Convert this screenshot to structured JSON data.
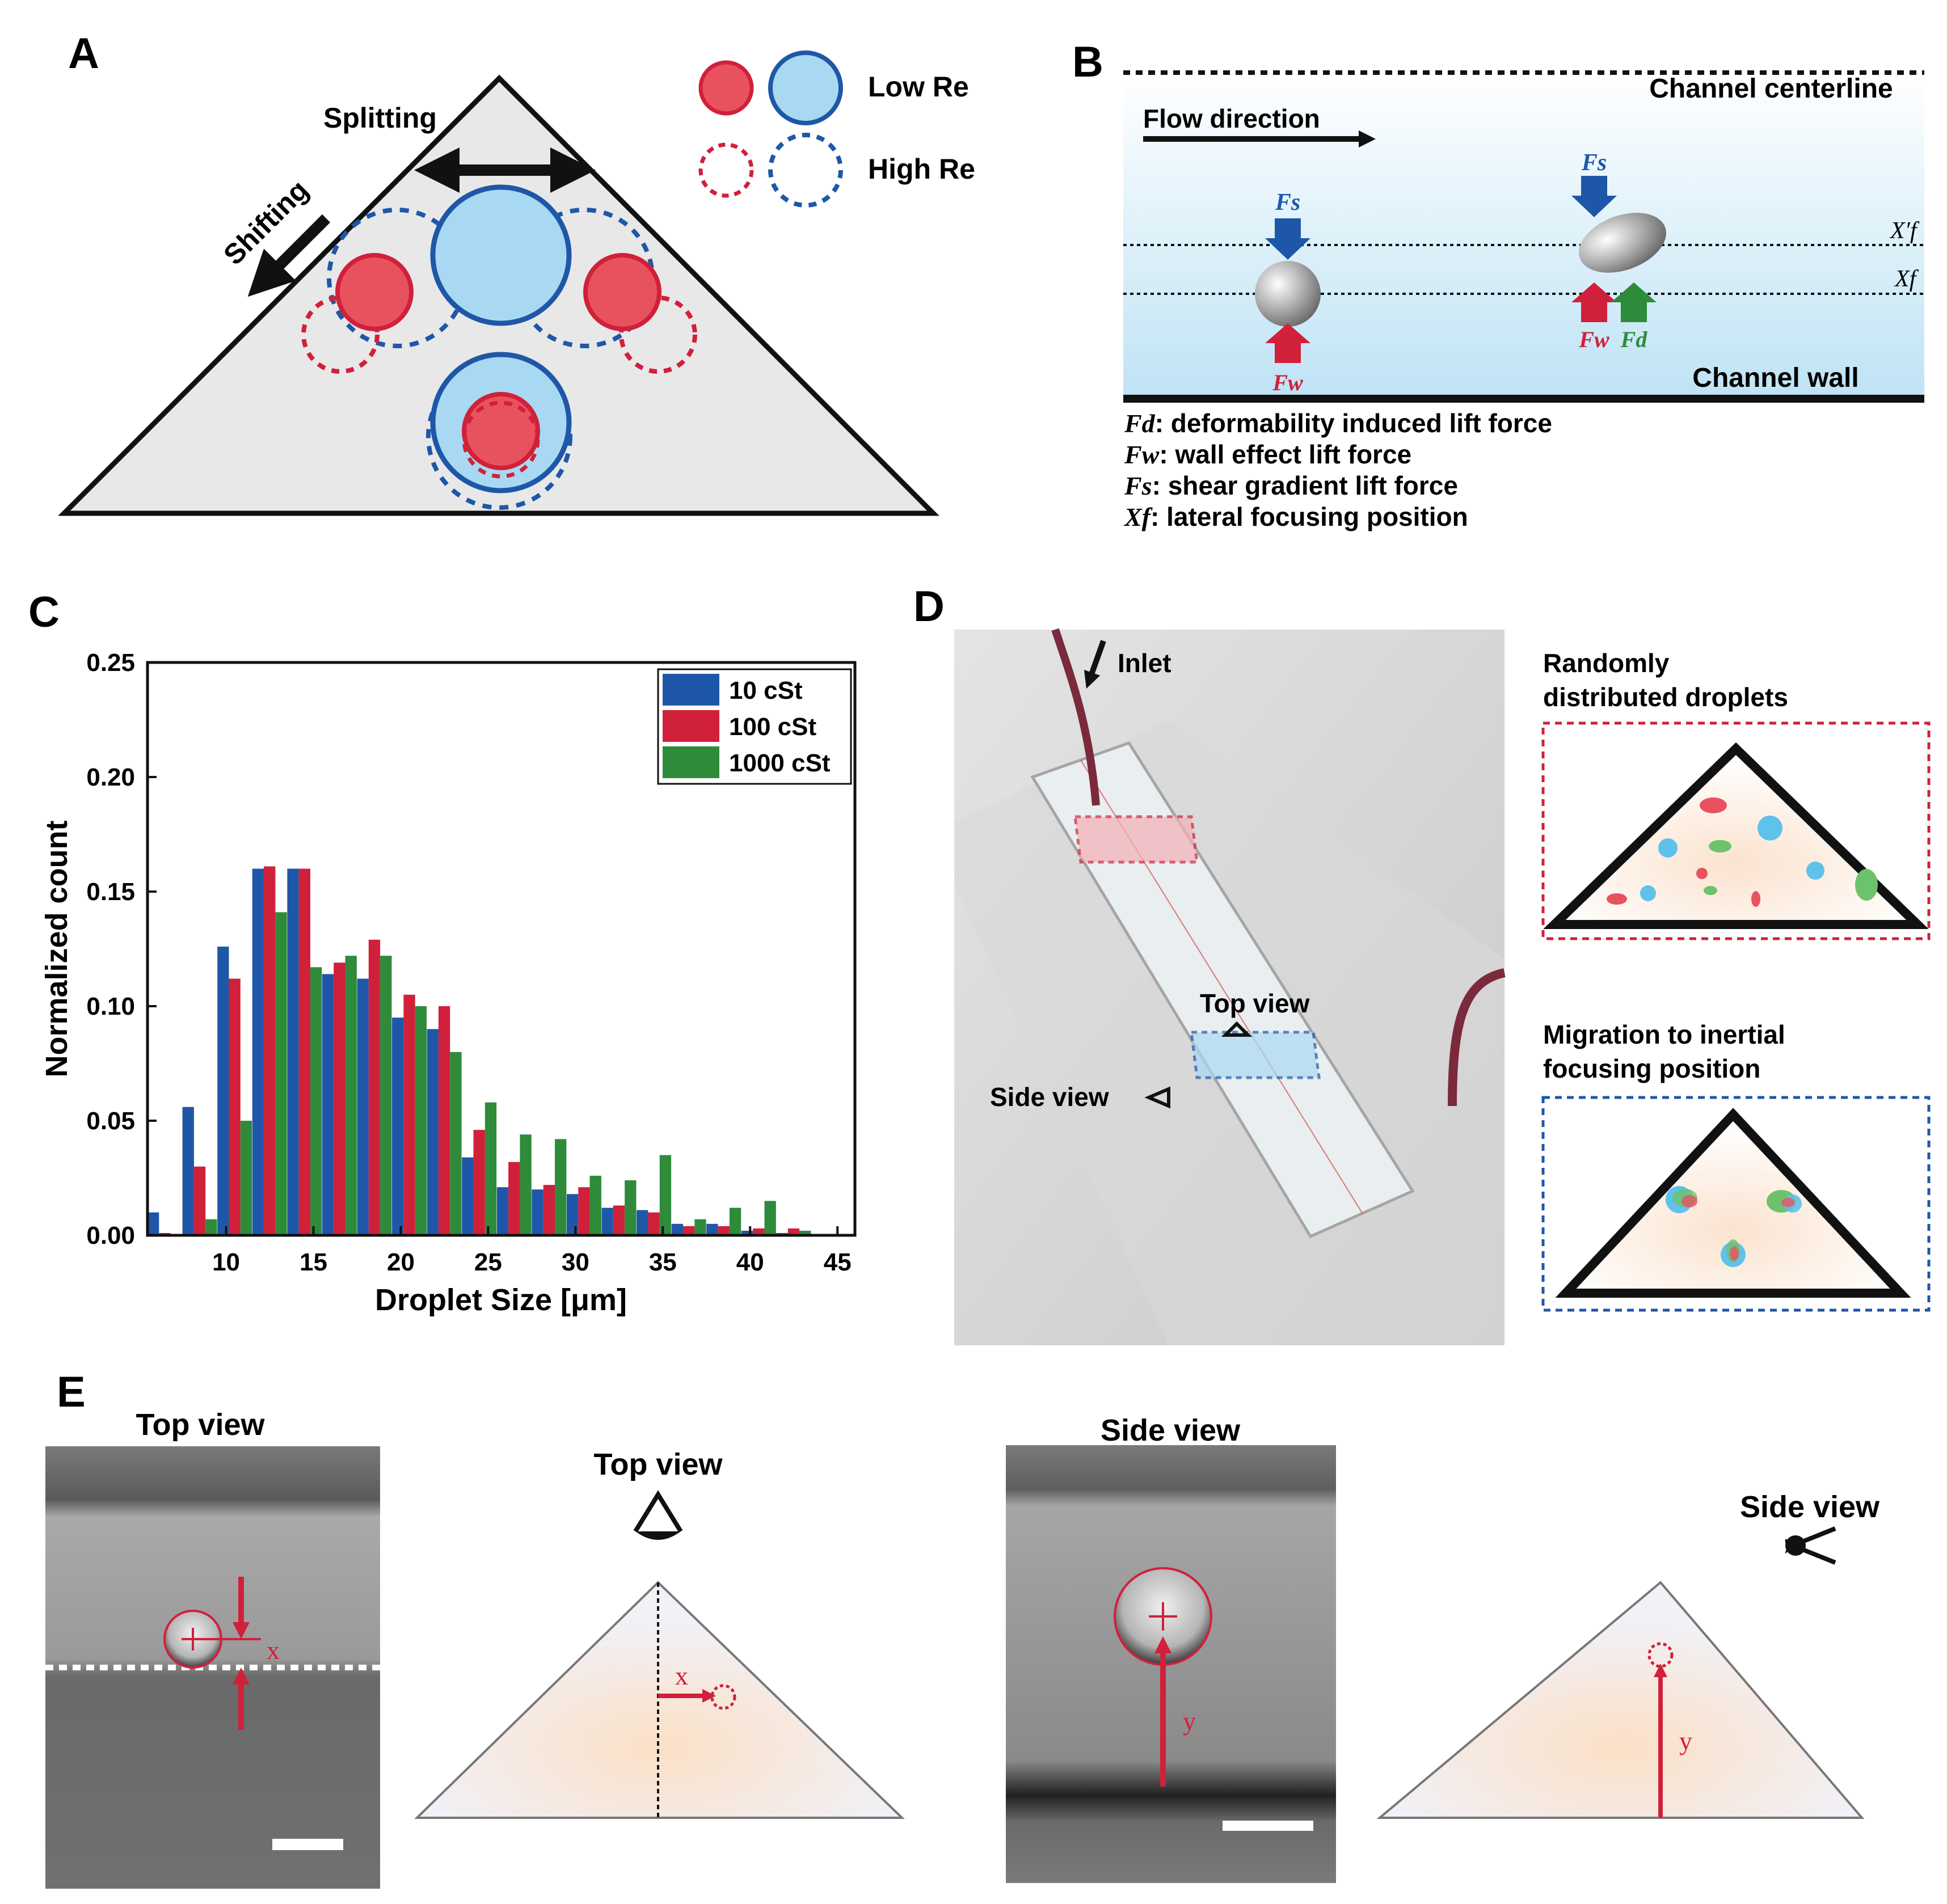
{
  "panel_a": {
    "letter": "A",
    "splitting": "Splitting",
    "shifting": "Shifting",
    "legend_low": "Low Re",
    "legend_high": "High Re"
  },
  "panel_b": {
    "letter": "B",
    "centerline": "Channel centerline",
    "wall": "Channel wall",
    "flow": "Flow direction",
    "fs": "Fs",
    "fw": "Fw",
    "fd": "Fd",
    "xf": "Xf",
    "xf_prime": "X′f",
    "defs": [
      {
        "sym": "Fd",
        "text": ": deformability induced lift force"
      },
      {
        "sym": "Fw",
        "text": ": wall effect lift force"
      },
      {
        "sym": "Fs",
        "text": ": shear gradient lift force"
      },
      {
        "sym": "Xf",
        "text": ": lateral focusing position"
      }
    ]
  },
  "panel_c": {
    "letter": "C"
  },
  "panel_d": {
    "letter": "D",
    "inlet": "Inlet",
    "top_view": "Top view",
    "side_view": "Side view",
    "random_1": "Randomly",
    "random_2": "distributed droplets",
    "migration_1": "Migration to inertial",
    "migration_2": "focusing position"
  },
  "panel_e": {
    "letter": "E",
    "top_view_photo": "Top view",
    "top_view_diagram": "Top view",
    "side_view_photo": "Side view",
    "side_view_diagram": "Side view",
    "x": "x",
    "y": "y"
  },
  "colors": {
    "red": "#d1203a",
    "blue": "#1f57a8",
    "green": "#2e8b3a",
    "light_blue": "#a9d9f2",
    "light_red": "#e8525f"
  },
  "chart_data": {
    "type": "bar",
    "xlabel": "Droplet Size [μm]",
    "ylabel": "Normalized count",
    "xlim": [
      5.5,
      46
    ],
    "ylim": [
      0,
      0.25
    ],
    "xticks": [
      10,
      15,
      20,
      25,
      30,
      35,
      40,
      45
    ],
    "yticks": [
      "0.00",
      "0.05",
      "0.10",
      "0.15",
      "0.20",
      "0.25"
    ],
    "legend_position": "top-right",
    "x": [
      6.5,
      8.5,
      10.5,
      12.5,
      14.5,
      16.5,
      18.5,
      20.5,
      22.5,
      24.5,
      26.5,
      28.5,
      30.5,
      32.5,
      34.5,
      36.5,
      38.5,
      40.5,
      42.5
    ],
    "series": [
      {
        "name": "10 cSt",
        "color": "#1f57a8",
        "values": [
          0.01,
          0.056,
          0.126,
          0.16,
          0.16,
          0.114,
          0.112,
          0.095,
          0.09,
          0.034,
          0.021,
          0.02,
          0.018,
          0.012,
          0.011,
          0.005,
          0.005,
          0.002,
          0.001
        ]
      },
      {
        "name": "100 cSt",
        "color": "#d1203a",
        "values": [
          0.001,
          0.03,
          0.112,
          0.161,
          0.16,
          0.119,
          0.129,
          0.105,
          0.1,
          0.046,
          0.032,
          0.022,
          0.021,
          0.013,
          0.01,
          0.004,
          0.004,
          0.003,
          0.003
        ]
      },
      {
        "name": "1000 cSt",
        "color": "#2e8b3a",
        "values": [
          0.0,
          0.007,
          0.05,
          0.141,
          0.117,
          0.122,
          0.122,
          0.1,
          0.08,
          0.058,
          0.044,
          0.042,
          0.026,
          0.024,
          0.035,
          0.007,
          0.012,
          0.015,
          0.002
        ]
      }
    ]
  }
}
